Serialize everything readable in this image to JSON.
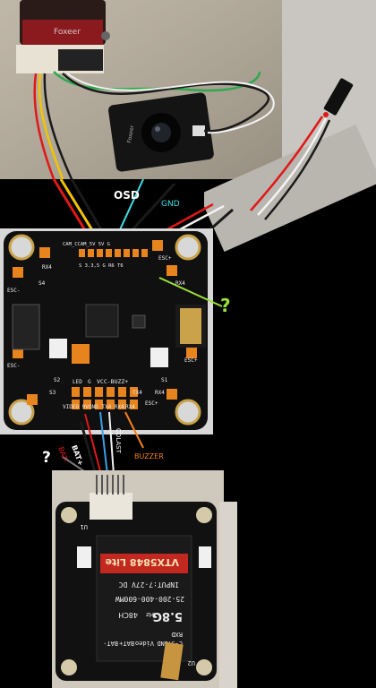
{
  "annotations": {
    "osd": "OSD",
    "gnd": "GND",
    "question_fc": "?",
    "question_vtx": "?",
    "bat_plus": "BAT+",
    "bat_minus": "BAT-",
    "vtx_lead": "CDLAST",
    "buzzer": "BUZZER"
  },
  "camera": {
    "brand": "Foxeer",
    "label": "Foxeer"
  },
  "flight_controller": {
    "top_pads": "CAM_CCAM_5V  5V  G",
    "top_pads_2": "S 3.3,5 G R6 T6",
    "rx4_left": "RX4",
    "s4": "S4",
    "esc_left_1": "ESC-",
    "esc_left_2": "ESC-",
    "esc_right_1": "ESC+",
    "esc_right_2": "ESC+",
    "esc_bottom": "ESC+",
    "rx4_right": "RX4",
    "rx4_mid": "RX4",
    "s1": "S1",
    "s2": "S2",
    "s3": "S3",
    "led": "LED",
    "g_led": "G",
    "vcc_buzz": "VCC-BUZZ+",
    "rx4_bottom": "RX4",
    "bottom_row": "VIDEO 9VGND TX4 RX4",
    "tx4": "TX4"
  },
  "vtx": {
    "model": "VTX5848 Lite",
    "band": "5.8G",
    "band_unit": "Hz",
    "channels": "48CH",
    "power": "25-200-400-600MW",
    "input": "INPUT:7-27V DC",
    "pin_row_1": "C-SY",
    "pin_row_2": "GND",
    "pin_row_3": "Video",
    "pin_row_4": "BAT+",
    "pin_row_5": "BAT-",
    "pin_row_6": "RXD",
    "u2": "U2",
    "u1": "U1"
  },
  "colors": {
    "wire_red": "#e01818",
    "wire_yellow": "#f2c400",
    "wire_black": "#1a1a1a",
    "wire_green": "#2fa84f",
    "wire_white": "#f2f2f2",
    "wire_blue": "#3aa0e8",
    "pad_orange": "#e8841e",
    "annot_green": "#9be23a",
    "annot_cyan": "#3fe0e8",
    "annot_orange": "#f0801a"
  }
}
